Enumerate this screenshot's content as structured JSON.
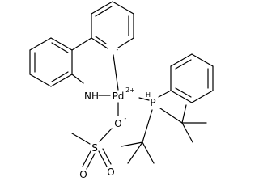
{
  "molecule": {
    "labels": {
      "nh": "NH",
      "pd": "Pd",
      "pd_charge": "2+",
      "p": "P",
      "p_h": "H",
      "o": "O",
      "o_charge": "-",
      "s": "S",
      "carbanion_charge": "-"
    }
  }
}
